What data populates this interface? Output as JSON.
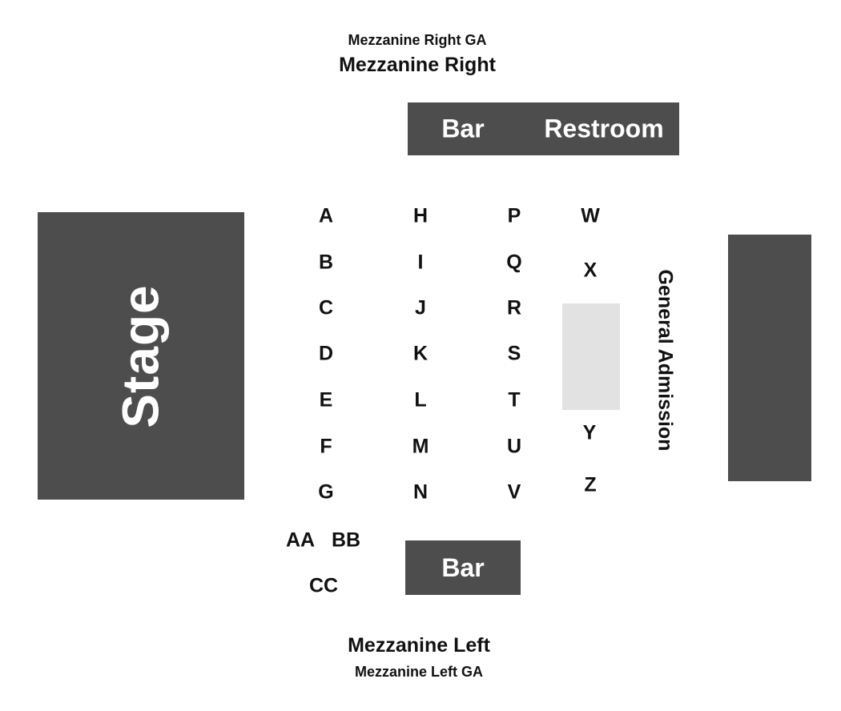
{
  "colors": {
    "block": "#4d4d4d",
    "block_text": "#ffffff",
    "reserved_zone": "#e2e2e2",
    "text": "#111111",
    "background": "#ffffff"
  },
  "sections": {
    "mezzanine_right_ga": "Mezzanine Right GA",
    "mezzanine_right": "Mezzanine Right",
    "mezzanine_left": "Mezzanine Left",
    "mezzanine_left_ga": "Mezzanine Left GA",
    "general_admission": "General Admission"
  },
  "areas": {
    "stage": "Stage",
    "bar_top": "Bar",
    "restroom": "Restroom",
    "bar_bottom": "Bar"
  },
  "rows": {
    "column_1": [
      "A",
      "B",
      "C",
      "D",
      "E",
      "F",
      "G"
    ],
    "column_2": [
      "H",
      "I",
      "J",
      "K",
      "L",
      "M",
      "N"
    ],
    "column_3": [
      "P",
      "Q",
      "R",
      "S",
      "T",
      "U",
      "V"
    ],
    "column_4_top": [
      "W",
      "X"
    ],
    "column_4_bottom": [
      "Y",
      "Z"
    ],
    "extra_row_1": [
      "AA",
      "BB"
    ],
    "extra_row_2": [
      "CC"
    ]
  }
}
